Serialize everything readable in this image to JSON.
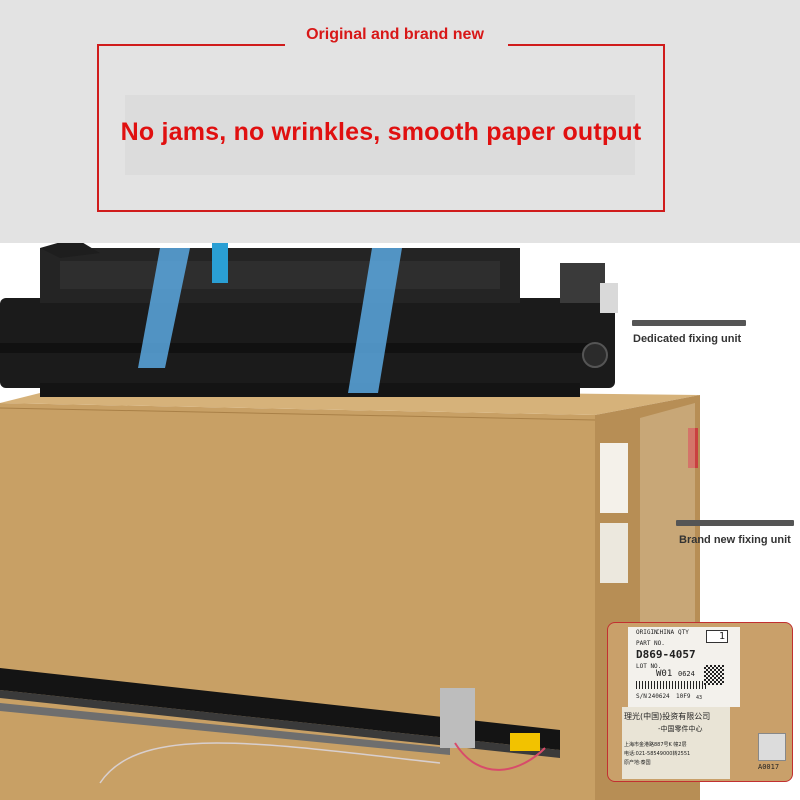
{
  "banner": {
    "badge_text": "Original and brand new",
    "headline": "No jams, no wrinkles, smooth paper output",
    "accent_color": "#d81818"
  },
  "callouts": {
    "fixing_unit": "Dedicated fixing unit",
    "box": "Brand new fixing unit"
  },
  "product_label": {
    "origin_label": "ORIGIN",
    "origin_value": "CHINA",
    "qty_label": "QTY",
    "qty_value": "1",
    "part_label": "PART NO.",
    "part_number": "D869-4057",
    "lot_label": "LOT NO.",
    "lot_value": "W01",
    "lot_date": "0624",
    "sn_label": "S/N",
    "sn_value": "240624",
    "sn_suffix": "10F9",
    "sn_tail": "43",
    "company": "理光(中国)投资有限公司",
    "dept": "-中国零件中心",
    "address": "上海市金港路887号K 幢2层",
    "phone": "电话:021-58549000转2551",
    "made_in": "原产地:泰国",
    "code": "A0017"
  }
}
